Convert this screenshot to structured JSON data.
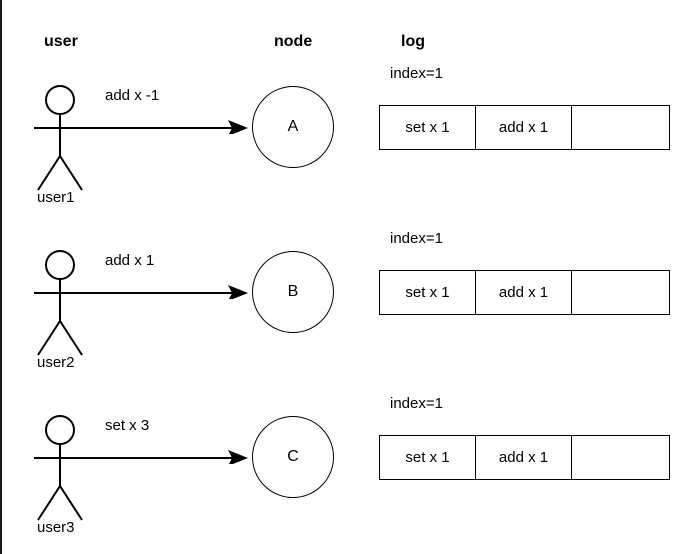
{
  "headers": {
    "user": "user",
    "node": "node",
    "log": "log"
  },
  "rows": [
    {
      "actor_label": "user1",
      "message": "add x -1",
      "node_label": "A",
      "log_index": "index=1",
      "log_cells": [
        "set x 1",
        "add x 1",
        ""
      ]
    },
    {
      "actor_label": "user2",
      "message": "add x 1",
      "node_label": "B",
      "log_index": "index=1",
      "log_cells": [
        "set x 1",
        "add x 1",
        ""
      ]
    },
    {
      "actor_label": "user3",
      "message": "set x 3",
      "node_label": "C",
      "log_index": "index=1",
      "log_cells": [
        "set x 1",
        "add x 1",
        ""
      ]
    }
  ],
  "colors": {
    "stroke": "#000000",
    "background": "#ffffff"
  }
}
